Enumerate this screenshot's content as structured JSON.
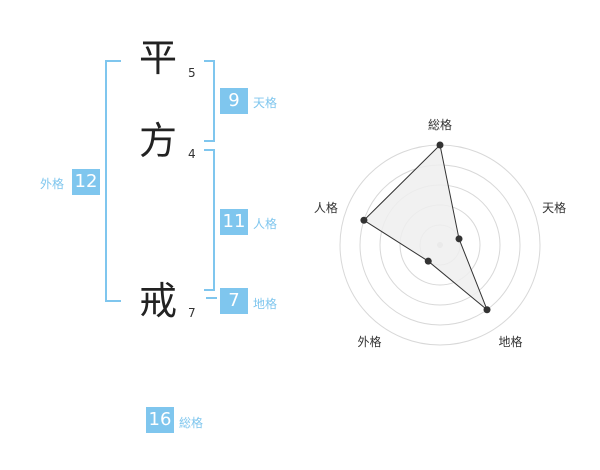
{
  "name_chars": [
    {
      "char": "平",
      "strokes": "5"
    },
    {
      "char": "方",
      "strokes": "4"
    },
    {
      "char": "戒",
      "strokes": "7"
    }
  ],
  "kaku": {
    "tenkaku": {
      "label": "天格",
      "value": "9"
    },
    "jinkaku": {
      "label": "人格",
      "value": "11"
    },
    "chikaku": {
      "label": "地格",
      "value": "7"
    },
    "gaikaku": {
      "label": "外格",
      "value": "12"
    },
    "soukaku": {
      "label": "総格",
      "value": "16"
    }
  },
  "colors": {
    "accent": "#7fc6ee",
    "radar_fill": "#eeeeee",
    "grid": "#d8d8d8"
  },
  "chart_data": {
    "type": "radar",
    "axes": [
      "総格",
      "天格",
      "地格",
      "外格",
      "人格"
    ],
    "values": [
      5,
      1,
      4,
      1,
      4
    ],
    "max": 5,
    "rings": 5
  }
}
